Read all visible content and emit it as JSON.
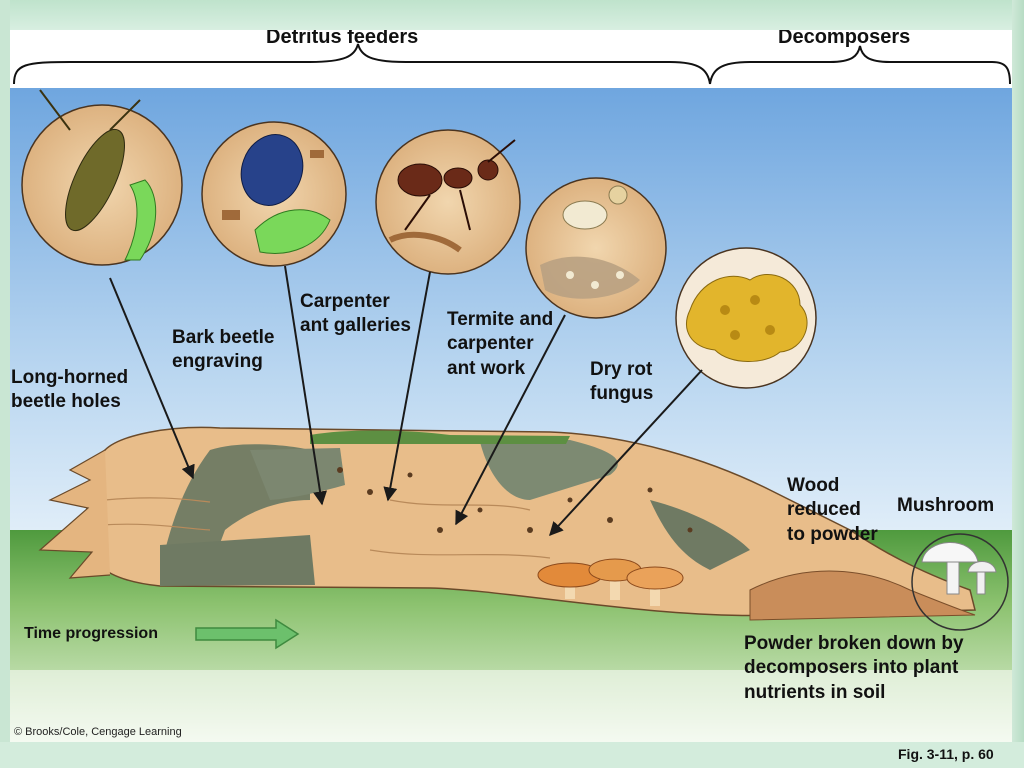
{
  "headings": {
    "detritus_feeders": "Detritus feeders",
    "decomposers": "Decomposers"
  },
  "labels": {
    "long_horned": "Long-horned\nbeetle holes",
    "bark_beetle": "Bark beetle\nengraving",
    "carpenter_ant": "Carpenter\nant galleries",
    "termite": "Termite and\ncarpenter\nant work",
    "dry_rot": "Dry rot\nfungus",
    "wood_powder": "Wood\nreduced\nto powder",
    "mushroom": "Mushroom",
    "powder_soil": "Powder broken down by\ndecomposers into plant\nnutrients in soil",
    "time_progression": "Time progression"
  },
  "credit": "© Brooks/Cole, Cengage Learning",
  "figure_ref": "Fig. 3-11, p. 60",
  "colors": {
    "sky_top": "#6fa6df",
    "sky_bottom": "#e6f1fa",
    "grass": "#5ea24a",
    "wood": "#e8bd8a",
    "bark": "#6f7a63",
    "arrow_green": "#6cc06c",
    "fungus": "#e2b52c"
  }
}
